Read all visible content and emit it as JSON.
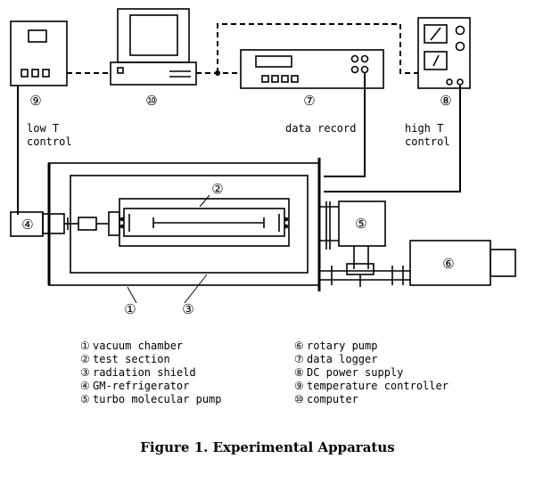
{
  "diagram": {
    "side_labels": {
      "low_t_control": [
        "low T",
        "control"
      ],
      "data_record": "data record",
      "high_t_control": [
        "high T",
        "control"
      ]
    },
    "callouts": {
      "c1": "①",
      "c2": "②",
      "c3": "③",
      "c4": "④",
      "c5": "⑤",
      "c6": "⑥",
      "c7": "⑦",
      "c8": "⑧",
      "c9": "⑨",
      "c10": "⑩"
    },
    "legend_left": [
      {
        "num": "①",
        "text": "vacuum chamber"
      },
      {
        "num": "②",
        "text": "test section"
      },
      {
        "num": "③",
        "text": "radiation shield"
      },
      {
        "num": "④",
        "text": "GM-refrigerator"
      },
      {
        "num": "⑤",
        "text": "turbo molecular pump"
      }
    ],
    "legend_right": [
      {
        "num": "⑥",
        "text": "rotary pump"
      },
      {
        "num": "⑦",
        "text": "data logger"
      },
      {
        "num": "⑧",
        "text": "DC power supply"
      },
      {
        "num": "⑨",
        "text": "temperature controller"
      },
      {
        "num": "⑩",
        "text": "computer"
      }
    ],
    "caption": "Figure 1. Experimental Apparatus"
  }
}
